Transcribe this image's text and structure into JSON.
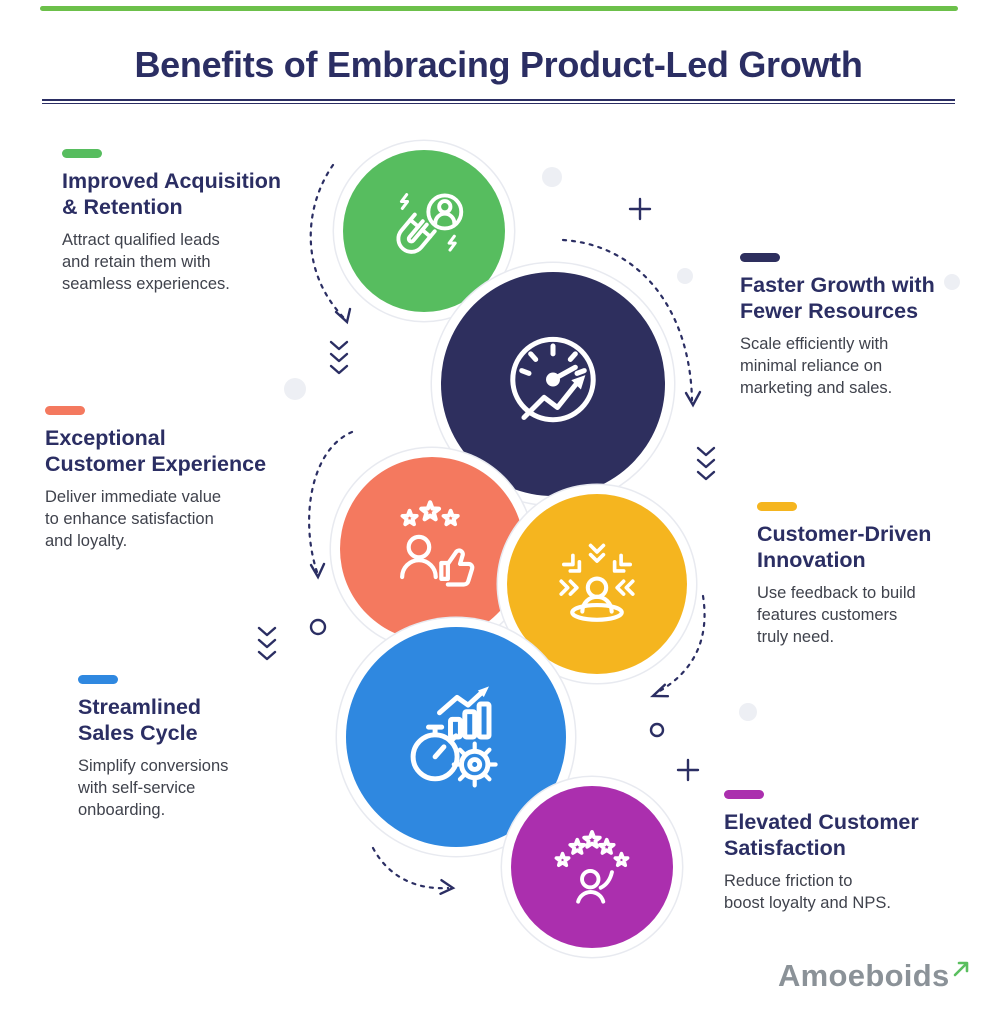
{
  "title": "Benefits of Embracing Product-Led Growth",
  "items": [
    {
      "heading": "Improved Acquisition\n& Retention",
      "body": "Attract qualified leads\nand retain them with\nseamless experiences.",
      "color": "#57bd5f",
      "icon": "magnet-attract-user-icon"
    },
    {
      "heading": "Faster Growth with\nFewer Resources",
      "body": "Scale efficiently with\nminimal reliance on\nmarketing and sales.",
      "color": "#2e2f5e",
      "icon": "speedometer-growth-arrow-icon"
    },
    {
      "heading": "Exceptional\nCustomer Experience",
      "body": "Deliver immediate value\nto enhance satisfaction\nand loyalty.",
      "color": "#f4795f",
      "icon": "customer-thumbs-up-stars-icon"
    },
    {
      "heading": "Customer-Driven\nInnovation",
      "body": "Use feedback to build\nfeatures customers\ntruly need.",
      "color": "#f5b51f",
      "icon": "feedback-convergence-person-icon"
    },
    {
      "heading": "Streamlined\nSales Cycle",
      "body": "Simplify conversions\nwith self-service\nonboarding.",
      "color": "#2f88e0",
      "icon": "stopwatch-gear-chart-icon"
    },
    {
      "heading": "Elevated Customer\nSatisfaction",
      "body": "Reduce friction to\nboost loyalty and NPS.",
      "color": "#ab2fae",
      "icon": "person-stars-icon"
    }
  ],
  "brand": {
    "name": "Amoeboids"
  },
  "colors": {
    "top_bar": "#6cc04a",
    "heading_navy": "#2b2e63",
    "body_text": "#3f424c",
    "logo_gray": "#8b9298",
    "decor_navy": "#2b2e63",
    "blob_gray": "#edeff4",
    "logo_arrow_green": "#5abf5f"
  }
}
